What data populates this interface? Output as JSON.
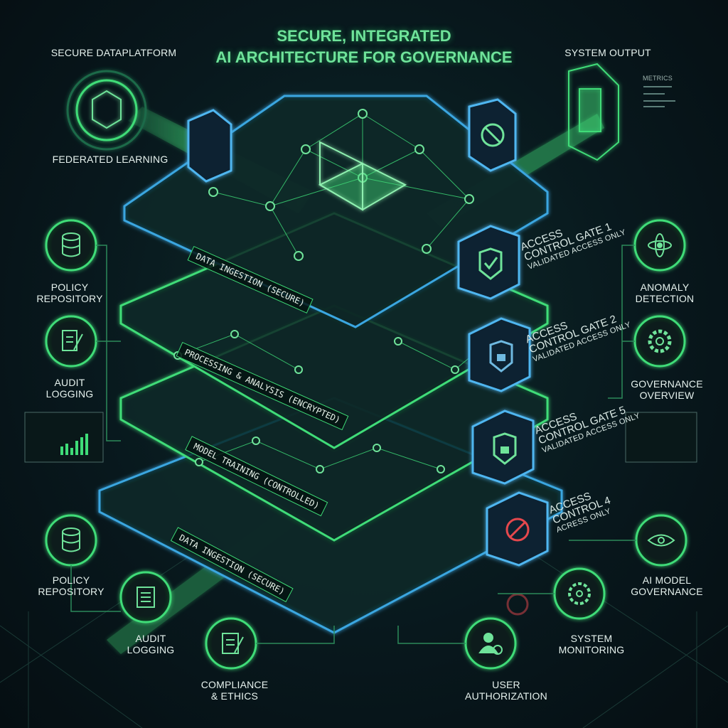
{
  "title": {
    "line1": "SECURE, INTEGRATED",
    "line2": "AI ARCHITECTURE FOR GOVERNANCE"
  },
  "top_left": {
    "label": "SECURE DATAPLATFORM",
    "sub_label": "FEDERATED LEARNING",
    "icon": "network-globe-icon"
  },
  "top_right": {
    "label": "SYSTEM OUTPUT",
    "panel_title": "METRICS",
    "icon": "output-cube-icon"
  },
  "layers": [
    {
      "label": "DATA INGESTION (SECURE)"
    },
    {
      "label": "PROCESSING & ANALYSIS (ENCRYPTED)"
    },
    {
      "label": "MODEL TRAINING (CONTROLLED)"
    },
    {
      "label": "DATA INGESTION (SECURE)"
    }
  ],
  "gates": [
    {
      "line1": "ACCESS",
      "line2": "CONTROL GATE 1",
      "line3": "VALIDATED ACCESS ONLY",
      "icon": "shield-check-icon"
    },
    {
      "line1": "ACCESS",
      "line2": "CONTROL GATE 2",
      "line3": "VALIDATED ACCESS ONLY",
      "icon": "shield-lock-icon"
    },
    {
      "line1": "ACCESS",
      "line2": "CONTROL GATE 5",
      "line3": "VALIDATED ACCESS ONLY",
      "icon": "shield-lock-icon"
    },
    {
      "line1": "ACCESS",
      "line2": "CONTROL 4",
      "line3": "ACRESS ONLY",
      "icon": "blocked-icon"
    }
  ],
  "side_nodes": {
    "left": [
      {
        "line1": "POLICY",
        "line2": "REPOSITORY",
        "icon": "database-icon"
      },
      {
        "line1": "AUDIT",
        "line2": "LOGGING",
        "icon": "document-pen-icon"
      }
    ],
    "right": [
      {
        "line1": "ANOMALY",
        "line2": "DETECTION",
        "icon": "atom-icon"
      },
      {
        "line1": "GOVERNANCE",
        "line2": "OVERVIEW",
        "icon": "gear-icon"
      }
    ],
    "bottom": [
      {
        "line1": "POLICY",
        "line2": "REPOSITORY",
        "icon": "database-icon"
      },
      {
        "line1": "AUDIT",
        "line2": "LOGGING",
        "icon": "list-icon"
      },
      {
        "line1": "COMPLIANCE",
        "line2": "& ETHICS",
        "icon": "clipboard-icon"
      },
      {
        "line1": "USER",
        "line2": "AUTHORIZATION",
        "icon": "user-icon"
      },
      {
        "line1": "SYSTEM",
        "line2": "MONITORING",
        "icon": "eye-gear-icon"
      },
      {
        "line1": "AI MODEL",
        "line2": "GOVERNANCE",
        "icon": "eye-icon"
      }
    ]
  },
  "colors": {
    "accent_green": "#3fdc78",
    "accent_blue": "#3aa6e0",
    "alert_red": "#e5484d",
    "background": "#07141a"
  }
}
